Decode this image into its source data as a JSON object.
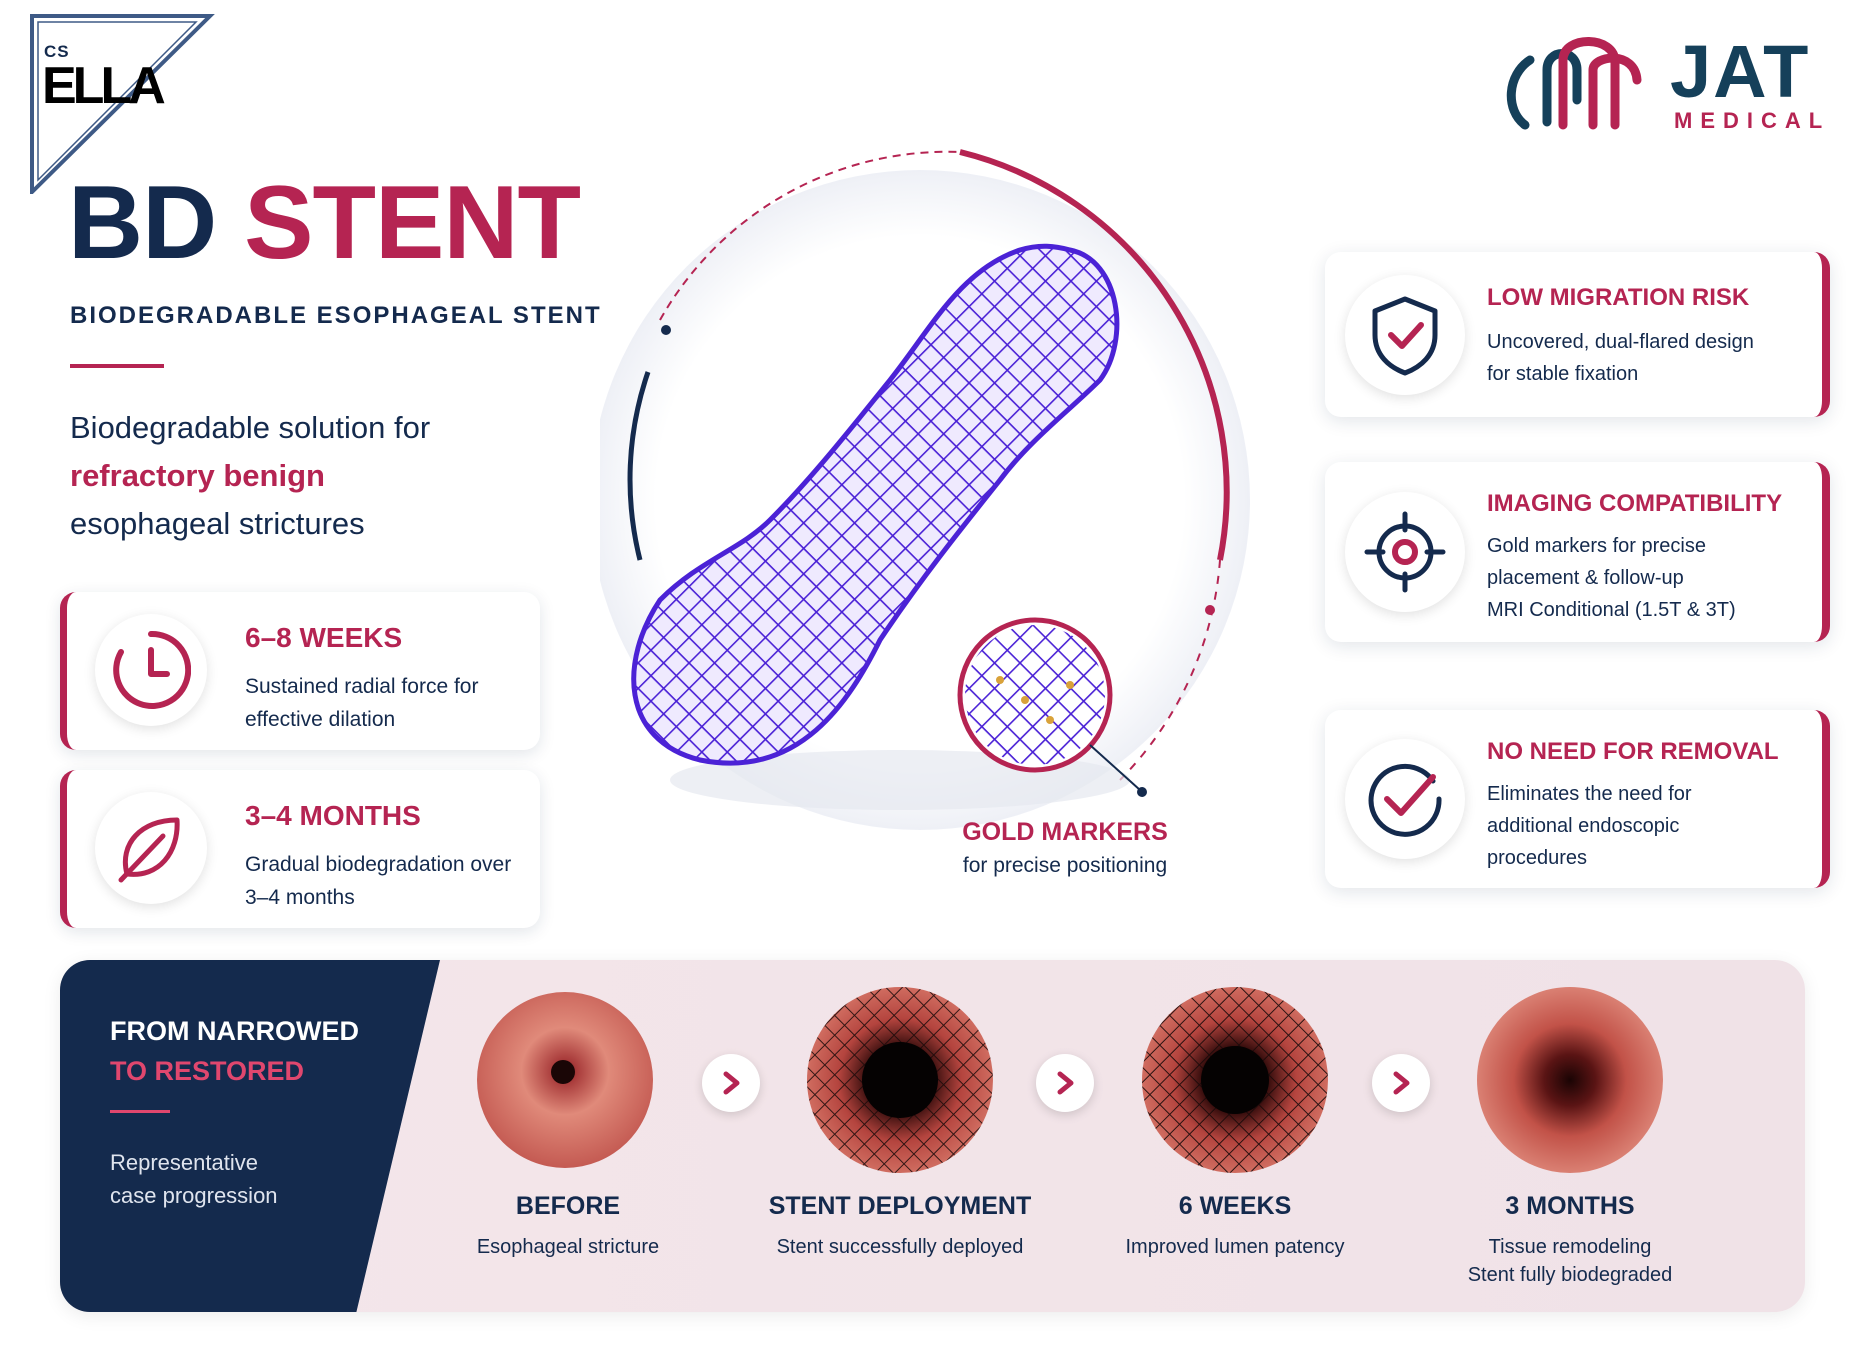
{
  "logos": {
    "ella_small": "CS",
    "ella_main": "ELLA",
    "jat_main": "JAT",
    "jat_sub": "MEDICAL"
  },
  "header": {
    "title_part1": "BD",
    "title_part2": "STENT",
    "subtitle": "BIODEGRADABLE ESOPHAGEAL STENT",
    "lead_line1": "Biodegradable solution for",
    "lead_line2": "refractory benign",
    "lead_line3": "esophageal strictures"
  },
  "left_features": [
    {
      "title": "6–8 WEEKS",
      "desc": "Sustained radial force for effective dilation",
      "icon": "clock-icon"
    },
    {
      "title": "3–4 MONTHS",
      "desc": "Gradual biodegradation over 3–4 months",
      "icon": "leaf-icon"
    }
  ],
  "right_features": [
    {
      "title": "LOW MIGRATION RISK",
      "line1": "Uncovered, dual-flared design",
      "line2": "for stable fixation",
      "icon": "shield-check-icon"
    },
    {
      "title": "IMAGING COMPATIBILITY",
      "line1": "Gold markers for precise",
      "line2": "placement & follow-up",
      "line3": "MRI Conditional (1.5T & 3T)",
      "icon": "target-icon"
    },
    {
      "title": "NO NEED FOR REMOVAL",
      "line1": "Eliminates the need for",
      "line2": "additional endoscopic",
      "line3": "procedures",
      "icon": "check-circle-icon"
    }
  ],
  "gold_markers": {
    "title": "GOLD MARKERS",
    "desc": "for precise positioning"
  },
  "progression": {
    "heading_line1": "FROM NARROWED",
    "heading_line2": "TO RESTORED",
    "desc_line1": "Representative",
    "desc_line2": "case progression",
    "stages": [
      {
        "title": "BEFORE",
        "line1": "Esophageal stricture"
      },
      {
        "title": "STENT DEPLOYMENT",
        "line1": "Stent successfully deployed"
      },
      {
        "title": "6 WEEKS",
        "line1": "Improved lumen patency"
      },
      {
        "title": "3 MONTHS",
        "line1": "Tissue remodeling",
        "line2": "Stent fully biodegraded"
      }
    ]
  },
  "colors": {
    "navy": "#142a4d",
    "crimson": "#b52452",
    "stent_purple": "#4b22d6"
  }
}
